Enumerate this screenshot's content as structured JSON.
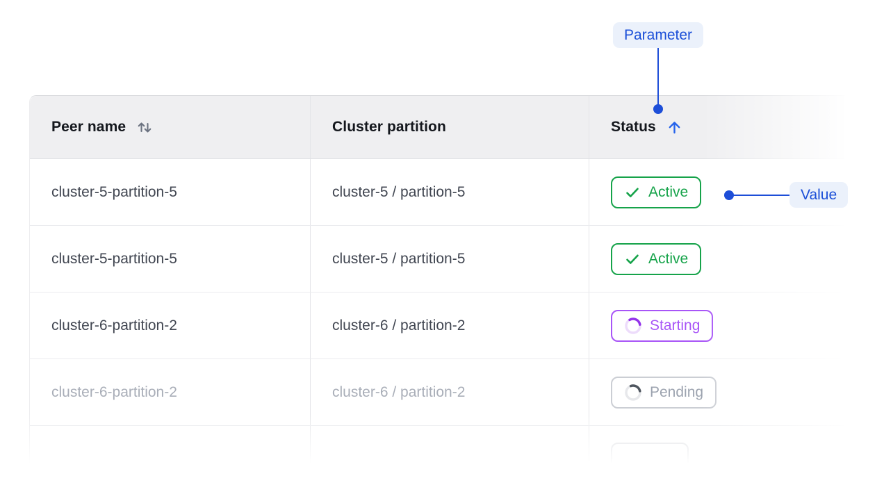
{
  "annotations": {
    "parameter_label": "Parameter",
    "value_label": "Value",
    "accent_color": "#1D4ED8",
    "label_bg_color": "#EBF1FB"
  },
  "table": {
    "columns": [
      {
        "label": "Peer name",
        "sortable": true,
        "sort_state": "none"
      },
      {
        "label": "Cluster partition",
        "sortable": false,
        "sort_state": "none"
      },
      {
        "label": "Status",
        "sortable": true,
        "sort_state": "ascending"
      }
    ],
    "rows": [
      {
        "peer_name": "cluster-5-partition-5",
        "cluster_partition": "cluster-5 / partition-5",
        "status": "Active",
        "status_kind": "active",
        "muted": false
      },
      {
        "peer_name": "cluster-5-partition-5",
        "cluster_partition": "cluster-5 / partition-5",
        "status": "Active",
        "status_kind": "active",
        "muted": false
      },
      {
        "peer_name": "cluster-6-partition-2",
        "cluster_partition": "cluster-6 / partition-2",
        "status": "Starting",
        "status_kind": "starting",
        "muted": false
      },
      {
        "peer_name": "cluster-6-partition-2",
        "cluster_partition": "cluster-6 / partition-2",
        "status": "Pending",
        "status_kind": "pending",
        "muted": true
      },
      {
        "peer_name": "",
        "cluster_partition": "",
        "status": "",
        "status_kind": "partial",
        "muted": true
      }
    ],
    "status_colors": {
      "active": "#16A34A",
      "starting": "#A855F7",
      "pending": "#9CA3AF"
    },
    "header_bg": "#EFEFF1",
    "sort_icon_color": "#6B7280",
    "sort_asc_arrow_color": "#2563EB"
  }
}
